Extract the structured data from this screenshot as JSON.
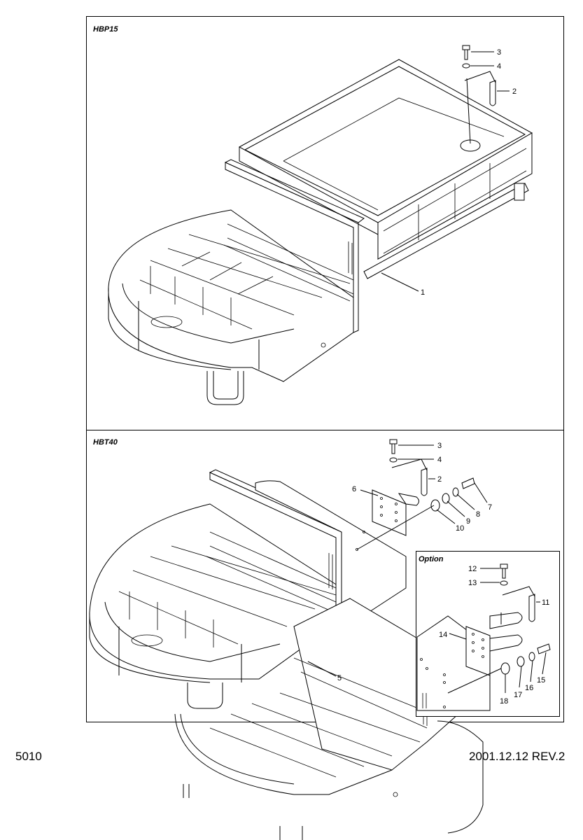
{
  "panels": {
    "top_title": "HBP15",
    "bottom_title": "HBT40",
    "option_title": "Option"
  },
  "callouts_top": [
    "1",
    "2",
    "3",
    "4"
  ],
  "callouts_bottom": [
    "2",
    "3",
    "4",
    "5",
    "6",
    "7",
    "8",
    "9",
    "10"
  ],
  "callouts_option": [
    "11",
    "12",
    "13",
    "14",
    "15",
    "16",
    "17",
    "18"
  ],
  "footer": {
    "page_number": "5010",
    "revision": "2001.12.12 REV.2"
  }
}
